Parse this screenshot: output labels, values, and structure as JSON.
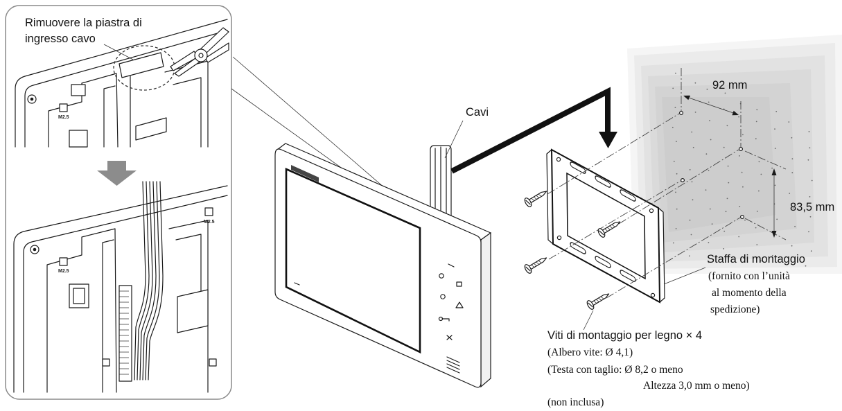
{
  "inset": {
    "instruction_line1": "Rimuovere la piastra di",
    "instruction_line2": "ingresso cavo",
    "screw_marks": [
      "M2.5",
      "M2.5",
      "M2.5"
    ]
  },
  "cables": {
    "label": "Cavi"
  },
  "dimensions": {
    "horizontal": "92 mm",
    "vertical": "83,5 mm"
  },
  "bracket": {
    "title": "Staffa di montaggio",
    "note_lines": [
      "(fornito con l’unità",
      "al momento della",
      "spedizione)"
    ]
  },
  "screws": {
    "title": "Viti di montaggio per legno × 4",
    "spec_lines": [
      "(Albero vite: Ø 4,1)",
      "(Testa con taglio: Ø 8,2 o meno",
      "Altezza 3,0 mm o meno)",
      "(non inclusa)"
    ]
  },
  "colors": {
    "line": "#1a1a1a",
    "step_arrow": "#8c8c8c",
    "wall_shade": "#8f8f8f"
  }
}
